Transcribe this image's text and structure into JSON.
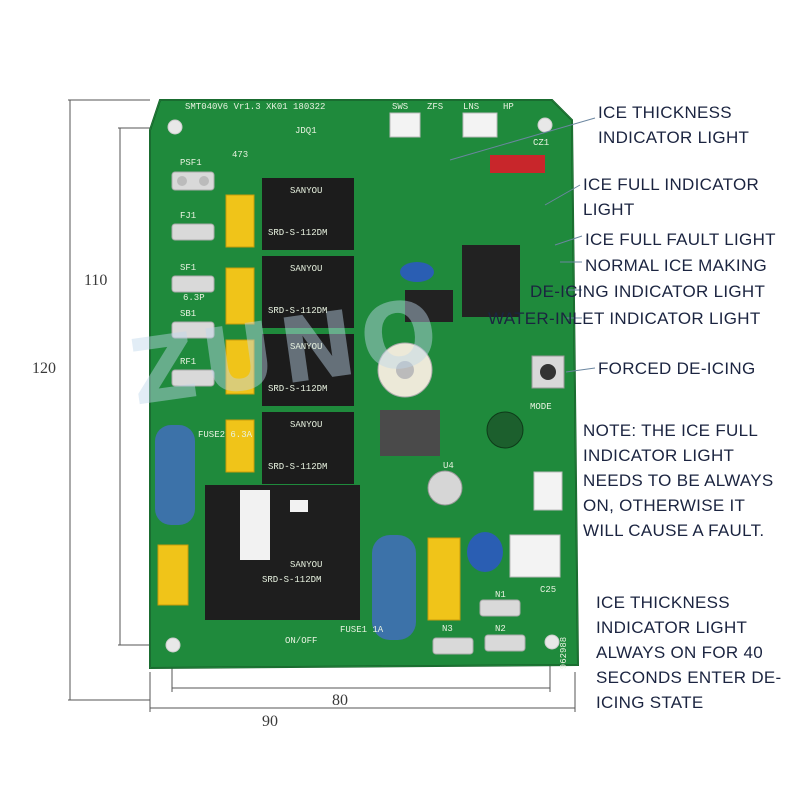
{
  "dimensions": {
    "h110": "110",
    "h120": "120",
    "w80": "80",
    "w90": "90"
  },
  "labels": {
    "ice_thickness": "ICE THICKNESS INDICATOR LIGHT",
    "ice_full": "ICE FULL INDICATOR LIGHT",
    "ice_full_fault": "ICE FULL FAULT LIGHT",
    "normal_ice": "NORMAL ICE MAKING",
    "de_icing": "DE-ICING INDICATOR LIGHT",
    "water_inlet": "WATER-INLET INDICATOR LIGHT",
    "forced": "FORCED DE-ICING",
    "note": "NOTE: THE ICE FULL INDICATOR LIGHT NEEDS TO BE ALWAYS ON, OTHERWISE IT WILL CAUSE A FAULT.",
    "bottom": "ICE THICKNESS INDICATOR LIGHT ALWAYS ON FOR 40 SECONDS ENTER DE-ICING STATE"
  },
  "board": {
    "model": "SMT040V6 Vr1.3 XK01 180322",
    "connectors": [
      "SWS",
      "ZFS",
      "LNS",
      "HP"
    ],
    "cz1": "CZ1",
    "terminals": [
      "PSF1",
      "FJ1",
      "SF1",
      "SB1",
      "RF1"
    ],
    "sf1_sub": "6.3P",
    "relay_model": "SRD-S-112DM",
    "relay_brand": "SANYOU",
    "fuse_label": "FUSE2 6.3A",
    "fuse1_label": "FUSE1 1A",
    "onoff": "ON/OFF",
    "n_terminals": [
      "N1",
      "N2",
      "N3"
    ],
    "mode": "MODE",
    "c25": "C25",
    "u4": "U4",
    "jdq": "JDQ1",
    "j473": "473",
    "code": "962988"
  },
  "watermark": "ZUNO",
  "colors": {
    "pcb": "#1f8a3c",
    "pcb_dark": "#176b2e",
    "relay": "#1c1c1c",
    "capacitor_yellow": "#f0c419",
    "fuse_blue": "#3f6fb5",
    "connector_red": "#c8262b"
  }
}
